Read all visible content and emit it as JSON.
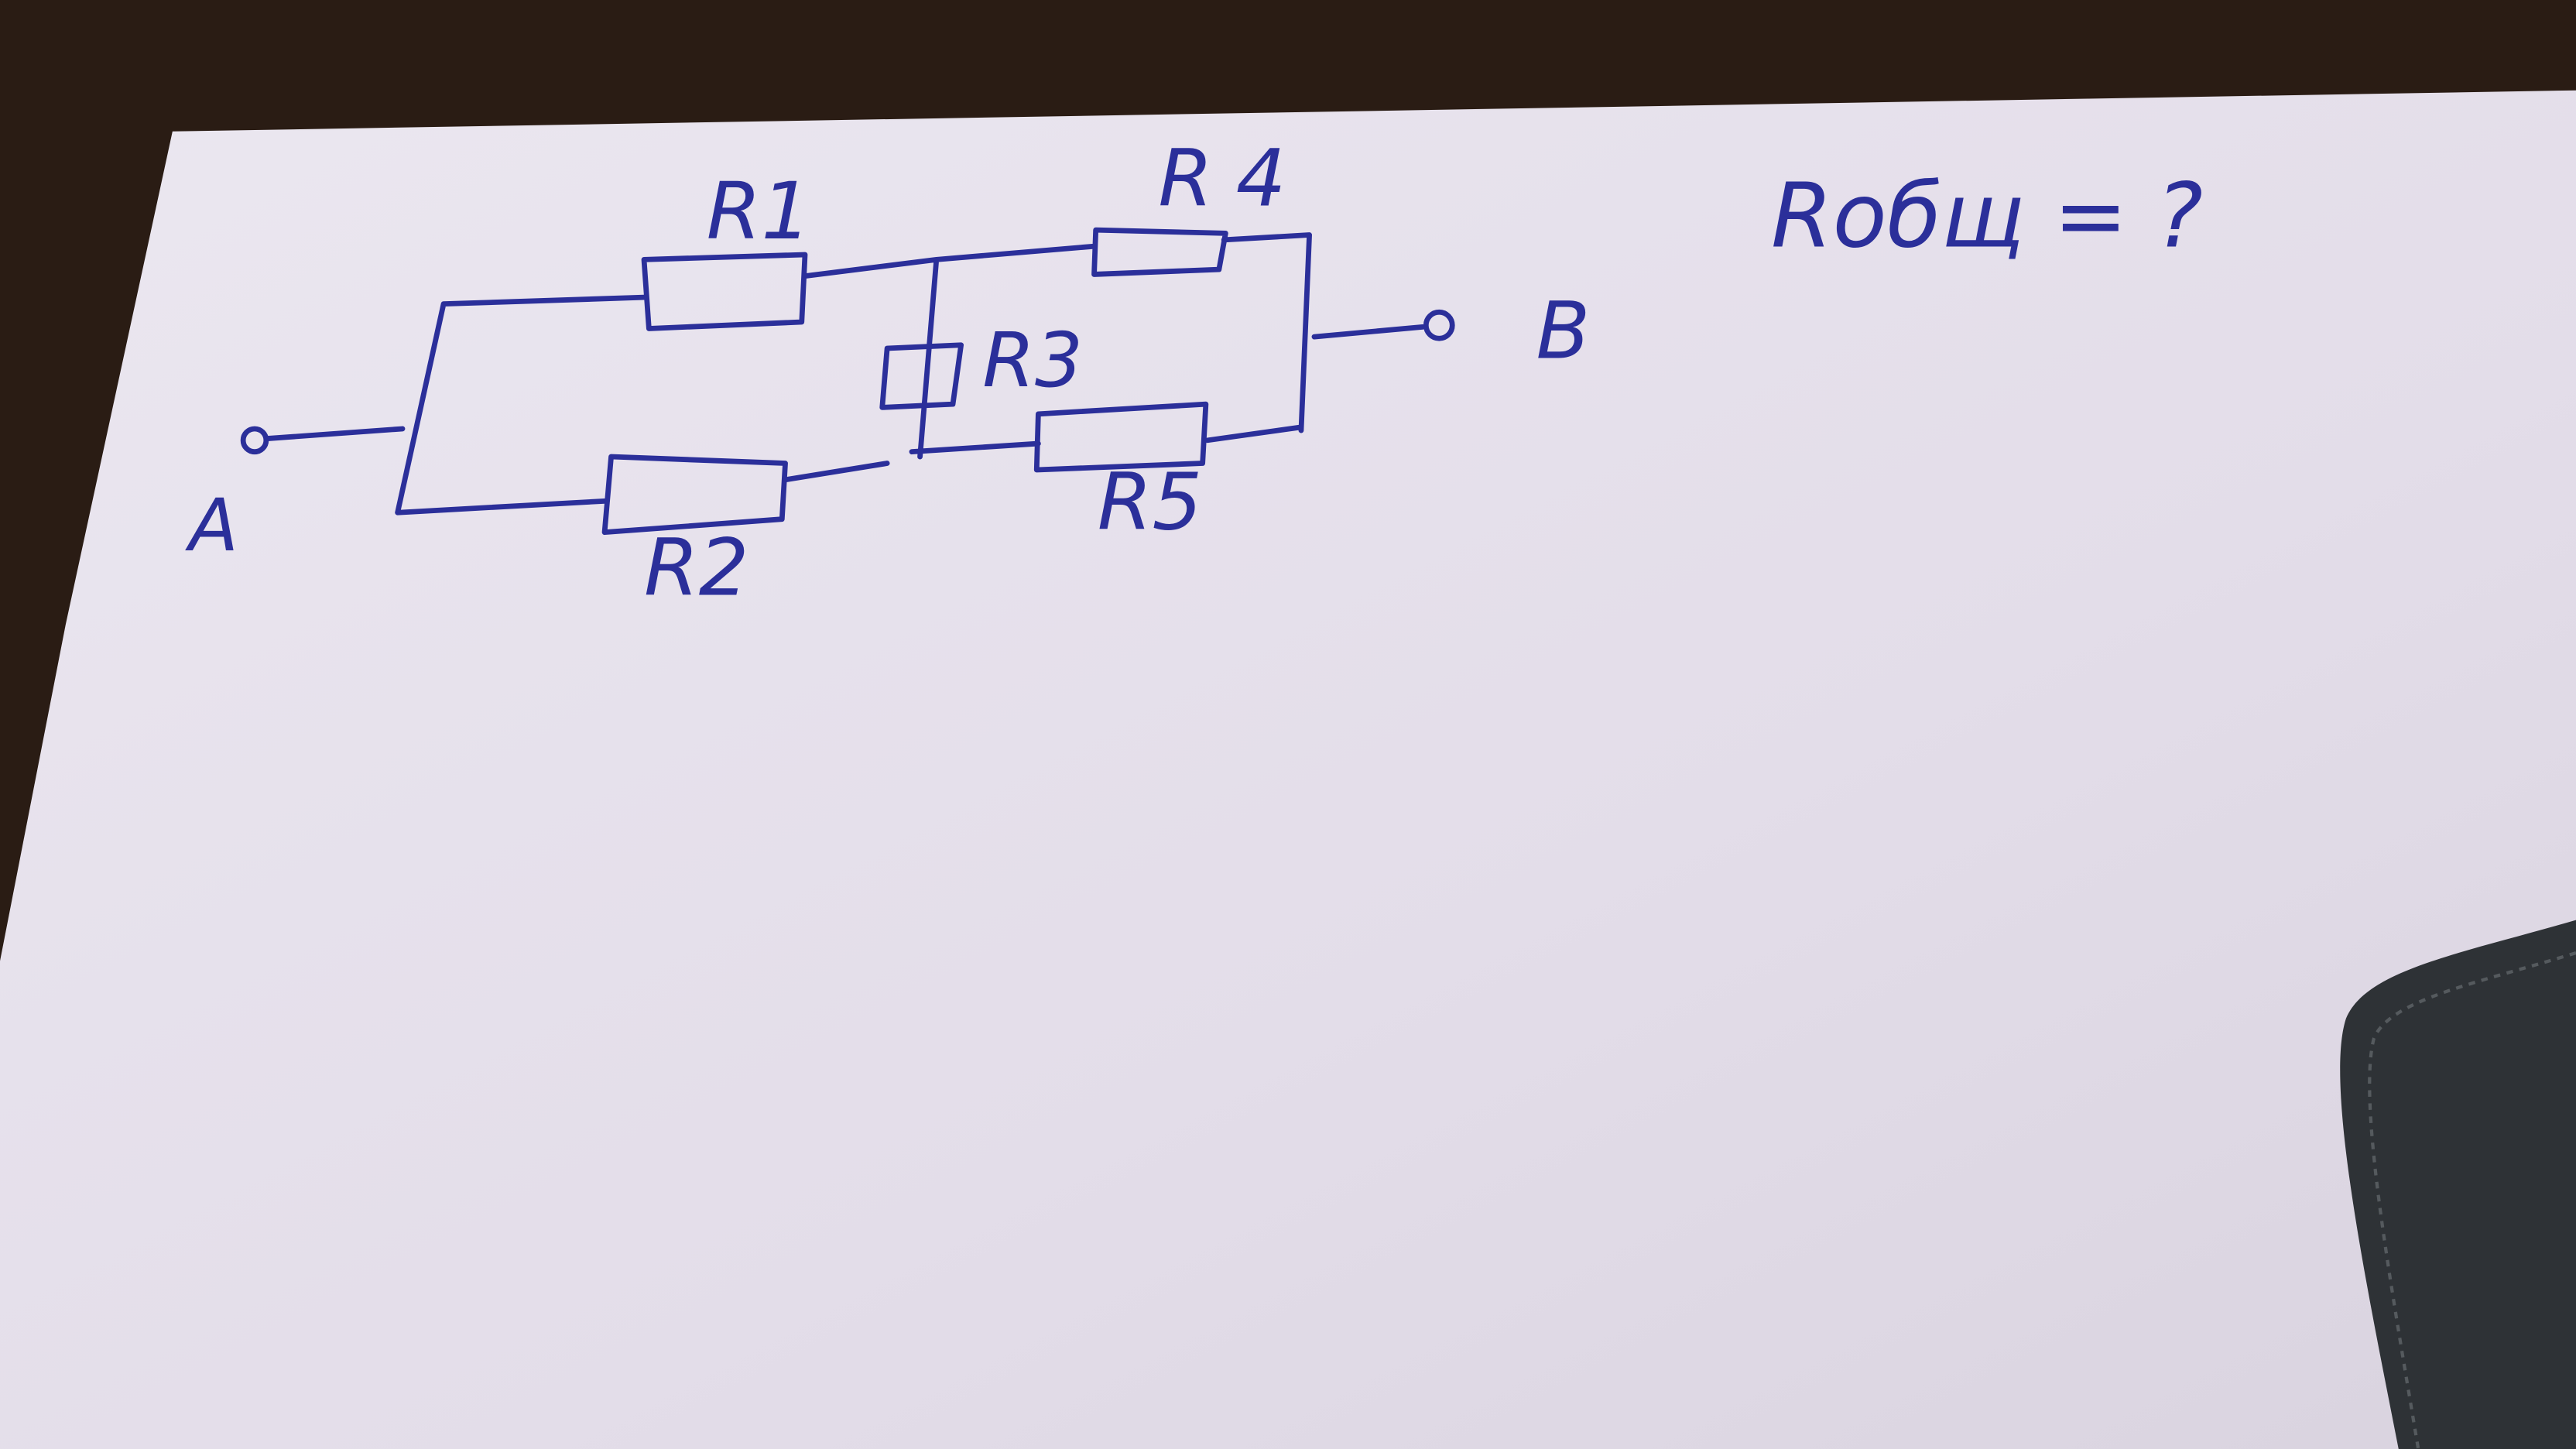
{
  "diagram": {
    "type": "handwritten circuit diagram",
    "terminals": {
      "a": "A",
      "b": "B"
    },
    "resistors": [
      "R1",
      "R2",
      "R3",
      "R4",
      "R5"
    ],
    "question": "Rобщ = ?",
    "colors": {
      "ink": "#2b2f9a",
      "paper": "#e6e2ec",
      "background": "#2a1c14",
      "wallet": "#2e3236"
    }
  }
}
